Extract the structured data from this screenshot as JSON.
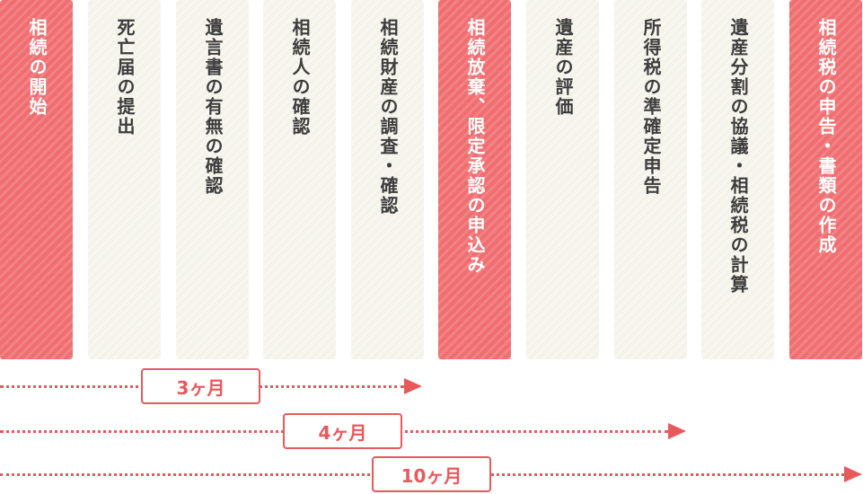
{
  "steps": [
    {
      "label": "相続の開始",
      "highlight": true
    },
    {
      "label": "死亡届の提出",
      "highlight": false
    },
    {
      "label": "遺言書の有無の確認",
      "highlight": false
    },
    {
      "label": "相続人の確認",
      "highlight": false
    },
    {
      "label": "相続財産の調査・確認",
      "highlight": false
    },
    {
      "label": "相続放棄、限定承認の申込み",
      "highlight": true
    },
    {
      "label": "遺産の評価",
      "highlight": false
    },
    {
      "label": "所得税の準確定申告",
      "highlight": false
    },
    {
      "label": "遺産分割の協議・相続税の計算",
      "highlight": false
    },
    {
      "label": "相続税の申告・書類の作成",
      "highlight": true
    }
  ],
  "deadlines": [
    {
      "label": "3ヶ月",
      "until_step": 5
    },
    {
      "label": "4ヶ月",
      "until_step": 8
    },
    {
      "label": "10ヶ月",
      "until_step": 10
    }
  ],
  "colors": {
    "accent": "#f06d70",
    "line": "#e8595c",
    "step_bg": "#f5f2e9",
    "step_text": "#3d3d3d"
  }
}
